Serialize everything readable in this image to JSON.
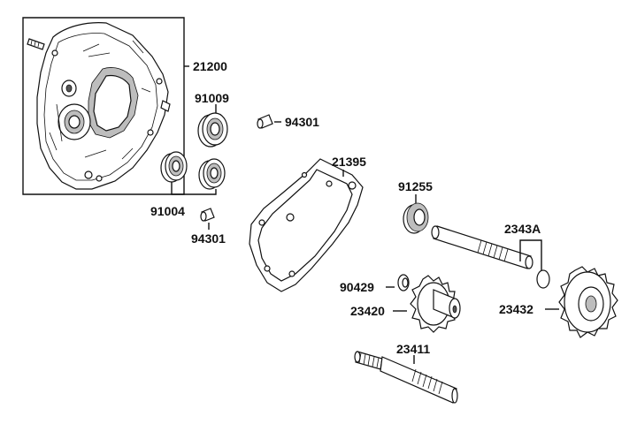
{
  "parts": [
    {
      "id": "crankcase",
      "number": "21200"
    },
    {
      "id": "bearing-upper",
      "number": "91009"
    },
    {
      "id": "pin-upper",
      "number": "94301"
    },
    {
      "id": "bearing-pair",
      "number": "91004"
    },
    {
      "id": "pin-lower",
      "number": "94301"
    },
    {
      "id": "gasket",
      "number": "21395"
    },
    {
      "id": "oil-seal",
      "number": "91255"
    },
    {
      "id": "drive-shaft-clip",
      "number": "2343A"
    },
    {
      "id": "washer",
      "number": "90429"
    },
    {
      "id": "counter-gear",
      "number": "23420"
    },
    {
      "id": "final-gear",
      "number": "23432"
    },
    {
      "id": "main-shaft",
      "number": "23411"
    }
  ]
}
